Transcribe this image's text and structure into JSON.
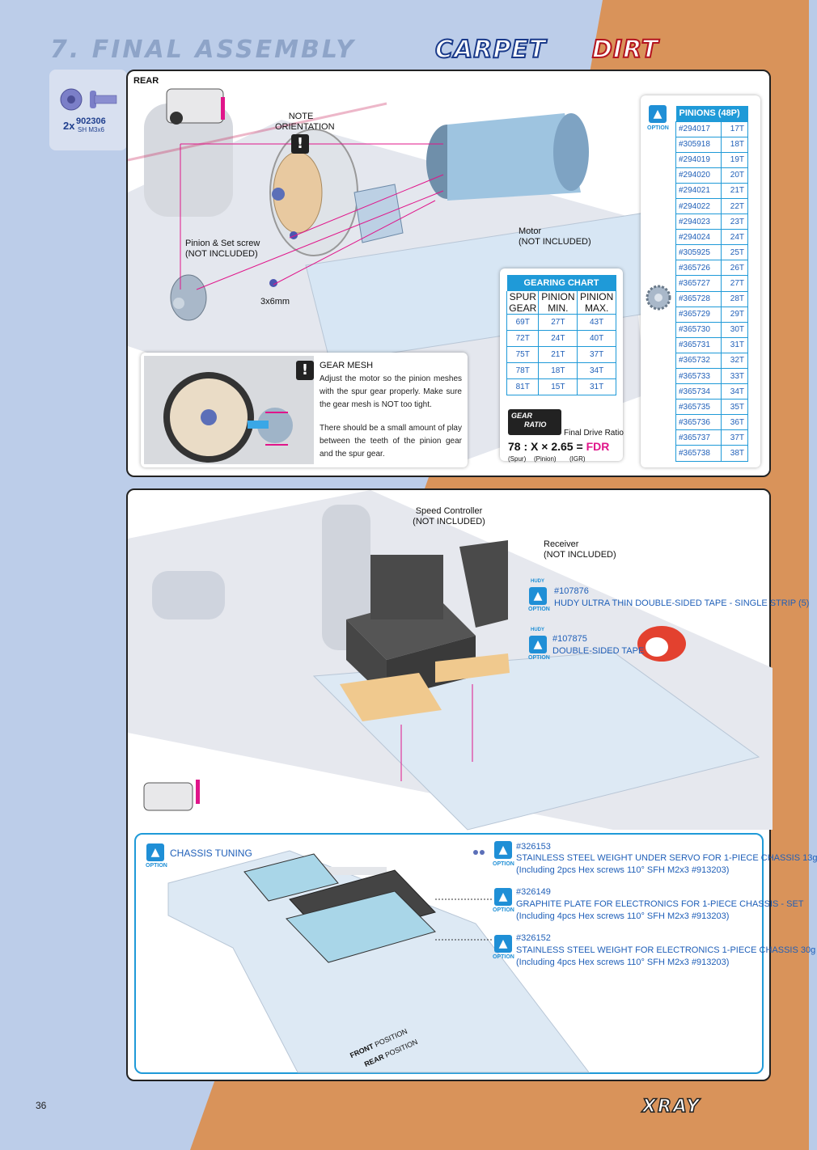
{
  "header": {
    "section_title": "7. FINAL ASSEMBLY",
    "tag_carpet": "CARPET",
    "tag_dirt": "DIRT"
  },
  "hardware": {
    "qty": "2x",
    "code": "902306",
    "desc": "SH M3x6"
  },
  "step1": {
    "rear_label": "REAR",
    "note_orientation": [
      "NOTE",
      "ORIENTATION"
    ],
    "pinion_label": [
      "Pinion & Set screw",
      "(NOT INCLUDED)"
    ],
    "motor_label": [
      "Motor",
      "(NOT INCLUDED)"
    ],
    "screw_label": "3x6mm",
    "gear_mesh": {
      "title": "GEAR MESH",
      "p1": "Adjust the motor so the pinion meshes with the spur gear properly. Make sure the gear mesh is NOT too tight.",
      "p2": "There should be a small amount of play between the teeth of the pinion gear and the spur gear."
    },
    "gearing_chart": {
      "title": "GEARING CHART",
      "headers": [
        [
          "SPUR",
          "GEAR"
        ],
        [
          "PINION",
          "MIN."
        ],
        [
          "PINION",
          "MAX."
        ]
      ],
      "rows": [
        [
          "69T",
          "27T",
          "43T"
        ],
        [
          "72T",
          "24T",
          "40T"
        ],
        [
          "75T",
          "21T",
          "37T"
        ],
        [
          "78T",
          "18T",
          "34T"
        ],
        [
          "81T",
          "15T",
          "31T"
        ]
      ],
      "badge": [
        "GEAR",
        "RATIO"
      ],
      "fdr_title": "Final Drive Ratio",
      "formula": {
        "spur": "78",
        "colon": ":",
        "x": "X",
        "times": "×",
        "igr": "2.65",
        "eq": "=",
        "fdr": "FDR"
      },
      "sub": {
        "spur": "(Spur)",
        "pinion": "(Pinion)",
        "igr": "(IGR)"
      }
    },
    "pinions": {
      "option_label": "OPTION",
      "title": "PINIONS (48P)",
      "rows": [
        [
          "#294017",
          "17T"
        ],
        [
          "#305918",
          "18T"
        ],
        [
          "#294019",
          "19T"
        ],
        [
          "#294020",
          "20T"
        ],
        [
          "#294021",
          "21T"
        ],
        [
          "#294022",
          "22T"
        ],
        [
          "#294023",
          "23T"
        ],
        [
          "#294024",
          "24T"
        ],
        [
          "#305925",
          "25T"
        ],
        [
          "#365726",
          "26T"
        ],
        [
          "#365727",
          "27T"
        ],
        [
          "#365728",
          "28T"
        ],
        [
          "#365729",
          "29T"
        ],
        [
          "#365730",
          "30T"
        ],
        [
          "#365731",
          "31T"
        ],
        [
          "#365732",
          "32T"
        ],
        [
          "#365733",
          "33T"
        ],
        [
          "#365734",
          "34T"
        ],
        [
          "#365735",
          "35T"
        ],
        [
          "#365736",
          "36T"
        ],
        [
          "#365737",
          "37T"
        ],
        [
          "#365738",
          "38T"
        ]
      ]
    }
  },
  "step2": {
    "speed_controller": [
      "Speed Controller",
      "(NOT INCLUDED)"
    ],
    "receiver": [
      "Receiver",
      "(NOT INCLUDED)"
    ],
    "hudy": "HUDY",
    "option_label": "OPTION",
    "tape1": {
      "code": "#107876",
      "name": "HUDY ULTRA THIN DOUBLE-SIDED TAPE - SINGLE STRIP (5)"
    },
    "tape2": {
      "code": "#107875",
      "name": "DOUBLE-SIDED TAPE"
    }
  },
  "tuning": {
    "title": "CHASSIS TUNING",
    "option_label": "OPTION",
    "items": [
      {
        "code": "#326153",
        "name": "STAINLESS STEEL WEIGHT UNDER SERVO FOR 1-PIECE CHASSIS 13g",
        "note": "(Including 2pcs Hex screws 110° SFH M2x3 #913203)"
      },
      {
        "code": "#326149",
        "name": "GRAPHITE PLATE FOR ELECTRONICS FOR 1-PIECE CHASSIS - SET",
        "note": "(Including 4pcs Hex screws 110° SFH M2x3 #913203)"
      },
      {
        "code": "#326152",
        "name": "STAINLESS STEEL WEIGHT FOR ELECTRONICS 1-PIECE CHASSIS 30g",
        "note": "(Including 4pcs Hex screws 110° SFH M2x3 #913203)"
      }
    ],
    "front_position": [
      "FRONT",
      "POSITION"
    ],
    "rear_position": [
      "REAR",
      "POSITION"
    ]
  },
  "footer": {
    "page_number": "36",
    "logo": "XRAY"
  },
  "colors": {
    "bg_blue": "#bccde9",
    "bg_orange": "#d9935a",
    "accent_blue": "#1f9ad8",
    "magenta": "#e0158a"
  }
}
